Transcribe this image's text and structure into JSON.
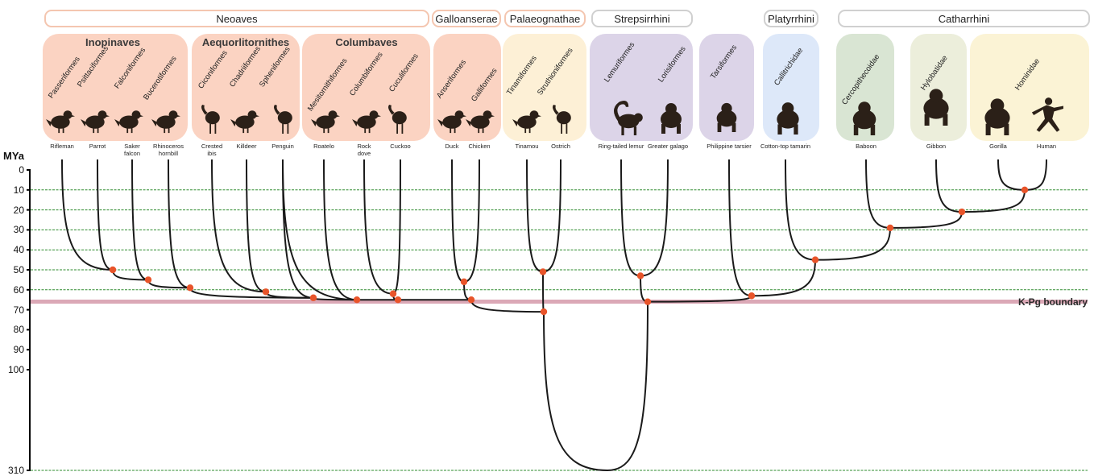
{
  "groups": [
    {
      "label": "Neoaves",
      "color": "#f4c6b0"
    },
    {
      "label": "Galloanserae",
      "color": "#f4c6b0"
    },
    {
      "label": "Palaeognathae",
      "color": "#f4c6b0"
    },
    {
      "label": "Strepsirrhini",
      "color": "#d0d0d0"
    },
    {
      "label": "Platyrrhini",
      "color": "#d0d0d0"
    },
    {
      "label": "Catharrhini",
      "color": "#d0d0d0"
    }
  ],
  "subgroups": [
    "Inopinaves",
    "Aequorlitornithes",
    "Columbaves"
  ],
  "orders": [
    "Passeriformes",
    "Psittaciformes",
    "Falconiformes",
    "Bucerotiformes",
    "Ciconiformes",
    "Chadriiformes",
    "Spheniformes",
    "Mesitornithiformes",
    "Columbiformes",
    "Cuculiformes",
    "Anseriformes",
    "Galliformes",
    "Tinamiformes",
    "Struthioniformes",
    "Lemuriformes",
    "Lorisiformes",
    "Tarsiformes",
    "Callitrichidae",
    "Cercopithecoidae",
    "Hylobatidae",
    "Hominidae"
  ],
  "species": [
    "Rifleman",
    "Parrot",
    "Saker\nfalcon",
    "Rhinoceros\nhornbill",
    "Crested\nibis",
    "Killdeer",
    "Penguin",
    "Roatelo",
    "Rock\ndove",
    "Cuckoo",
    "Duck",
    "Chicken",
    "Tinamou",
    "Ostrich",
    "Ring-tailed lemur",
    "Greater galago",
    "Philippine tarsier",
    "Cotton-top tamarin",
    "Baboon",
    "Gibbon",
    "Gorilla",
    "Human"
  ],
  "axis": {
    "title": "MYa",
    "ticks": [
      "0",
      "10",
      "20",
      "30",
      "40",
      "50",
      "60",
      "70",
      "80",
      "90",
      "100",
      "310"
    ]
  },
  "kpg_label": "K-Pg boundary",
  "colors": {
    "bird_panel": "#fbd3c2",
    "ratite_panel": "#fdf0d6",
    "strep_panel": "#dcd4e8",
    "platyrrhini_panel": "#dde8f9",
    "cercopith_panel": "#d9e5d3",
    "hylobatid_panel": "#eceedb",
    "hominid_panel": "#fbf3d5",
    "node": "#e8542a",
    "gridline": "#2e8b2e",
    "kpg": "#dba8b6",
    "branch": "#1a1a1a",
    "silhouette": "#2b2018"
  },
  "tree": {
    "leaf_ages": 0,
    "nodes_mya": [
      50,
      55,
      59,
      61,
      64,
      65,
      65,
      62,
      56,
      65,
      51,
      71,
      53,
      67,
      63,
      45,
      29,
      21,
      10,
      66,
      310
    ]
  }
}
